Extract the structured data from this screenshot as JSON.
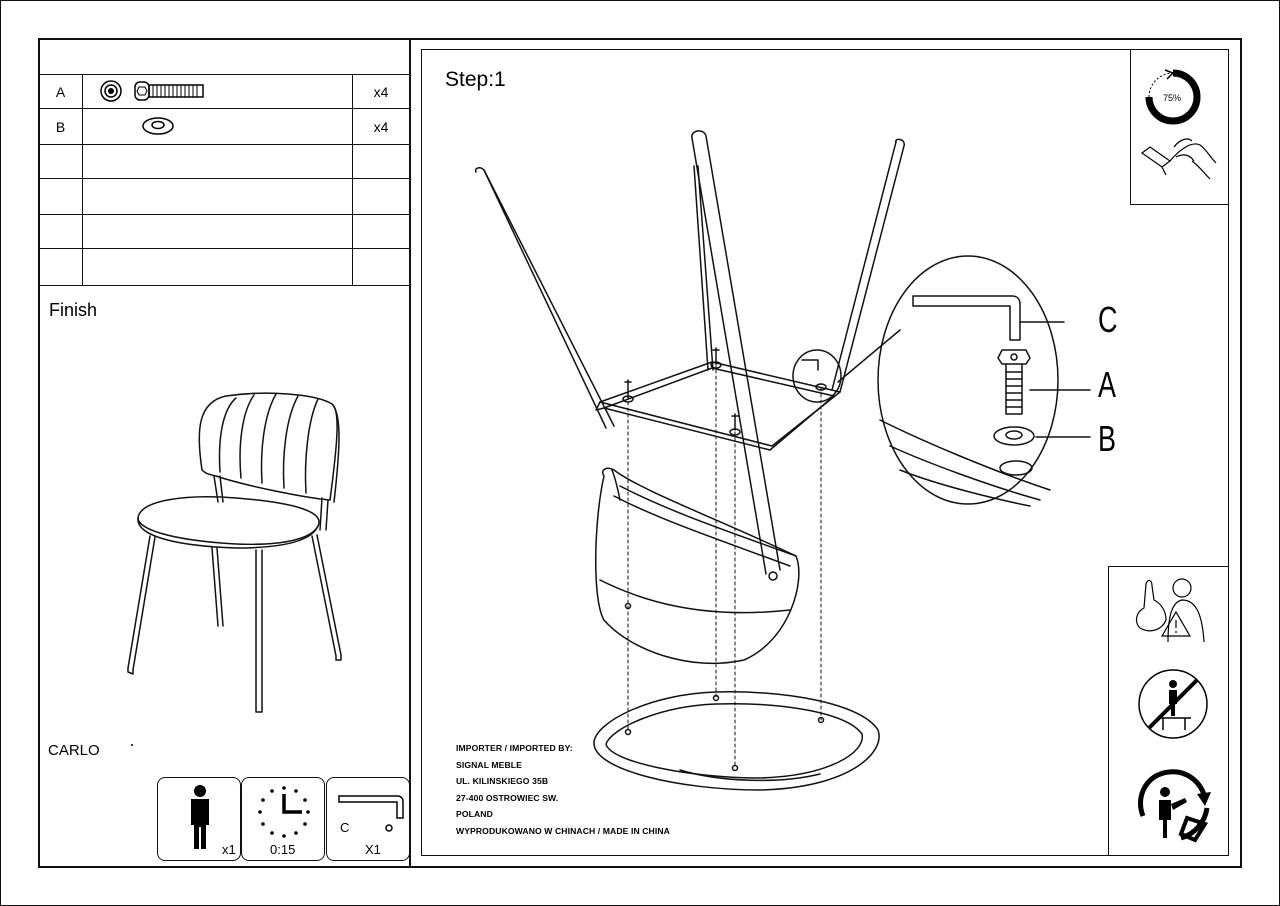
{
  "parts": [
    {
      "letter": "A",
      "qty": "x4",
      "icon": "bolt-with-washer-icon"
    },
    {
      "letter": "B",
      "qty": "x4",
      "icon": "washer-icon"
    },
    {
      "letter": "",
      "qty": "",
      "icon": ""
    },
    {
      "letter": "",
      "qty": "",
      "icon": ""
    },
    {
      "letter": "",
      "qty": "",
      "icon": ""
    },
    {
      "letter": "",
      "qty": "",
      "icon": ""
    }
  ],
  "finish_label": "Finish",
  "product_name": "CARLO",
  "requirements": {
    "persons": "x1",
    "time": "0:15",
    "tool_letter": "C",
    "tool_qty": "X1"
  },
  "step_label": "Step:1",
  "torque_percent": "75%",
  "callouts": {
    "c": "C",
    "a": "A",
    "b": "B"
  },
  "importer": {
    "line1": "IMPORTER / IMPORTED BY:",
    "line2": "SIGNAL MEBLE",
    "line3": "UL. KILINSKIEGO 35B",
    "line4": "27-400 OSTROWIEC SW.",
    "line5": "POLAND",
    "line6": "WYPRODUKOWANO W CHINACH / MADE IN CHINA"
  },
  "warnings": [
    "child-warning-icon",
    "no-standing-icon",
    "recycle-icon"
  ]
}
